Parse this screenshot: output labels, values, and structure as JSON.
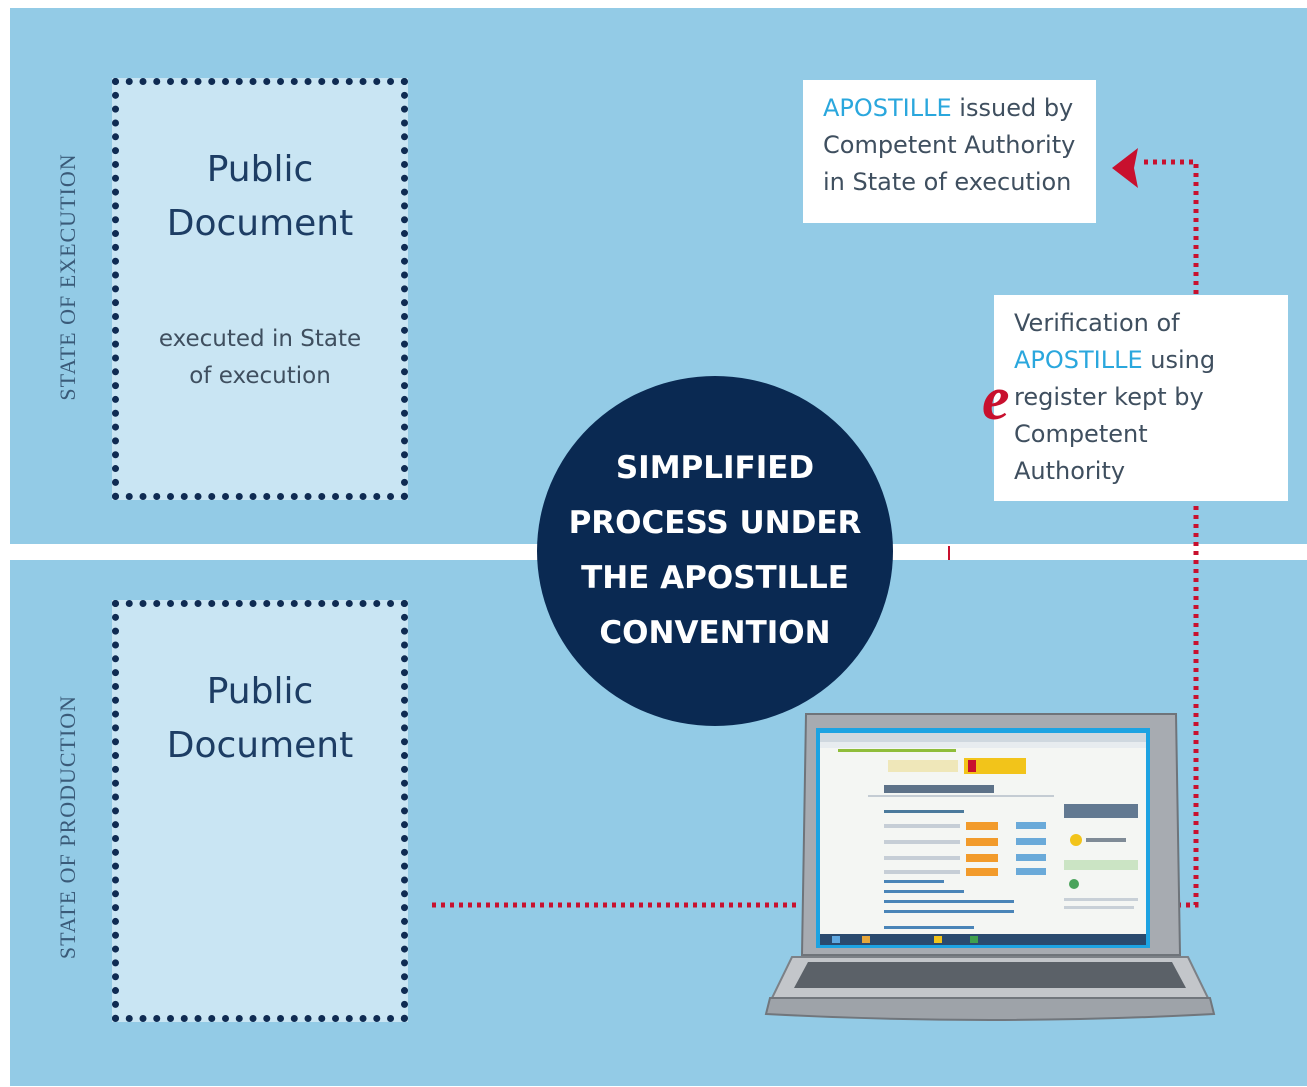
{
  "sides": {
    "top_label": "STATE OF EXECUTION",
    "bottom_label": "STATE OF PRODUCTION"
  },
  "documents": {
    "execution": {
      "title_line1": "Public",
      "title_line2": "Document",
      "subtitle_line1": "executed in State",
      "subtitle_line2": "of execution"
    },
    "production": {
      "title_line1": "Public",
      "title_line2": "Document"
    }
  },
  "center": {
    "line1": "SIMPLIFIED",
    "line2": "PROCESS UNDER",
    "line3": "THE APOSTILLE",
    "line4": "CONVENTION"
  },
  "callouts": {
    "issued": {
      "accent_word": "APOSTILLE",
      "line1_rest": " issued by",
      "line2": "Competent Authority",
      "line3": "in State of execution"
    },
    "verification": {
      "line1": "Verification of",
      "accent_word": "APOSTILLE",
      "line2_rest": " using",
      "line3": "register kept by",
      "line4": "Competent",
      "line5": "Authority"
    }
  },
  "e_register_logo": "e",
  "colors": {
    "panel": "#93cbe6",
    "document_fill": "#c9e5f3",
    "document_border": "#0f2b52",
    "circle": "#0a2952",
    "accent": "#2aa7dd",
    "connector": "#c8102e",
    "separator": "#ffffff"
  },
  "icons": {
    "laptop": "laptop-icon",
    "arrow": "arrow-left-icon"
  }
}
